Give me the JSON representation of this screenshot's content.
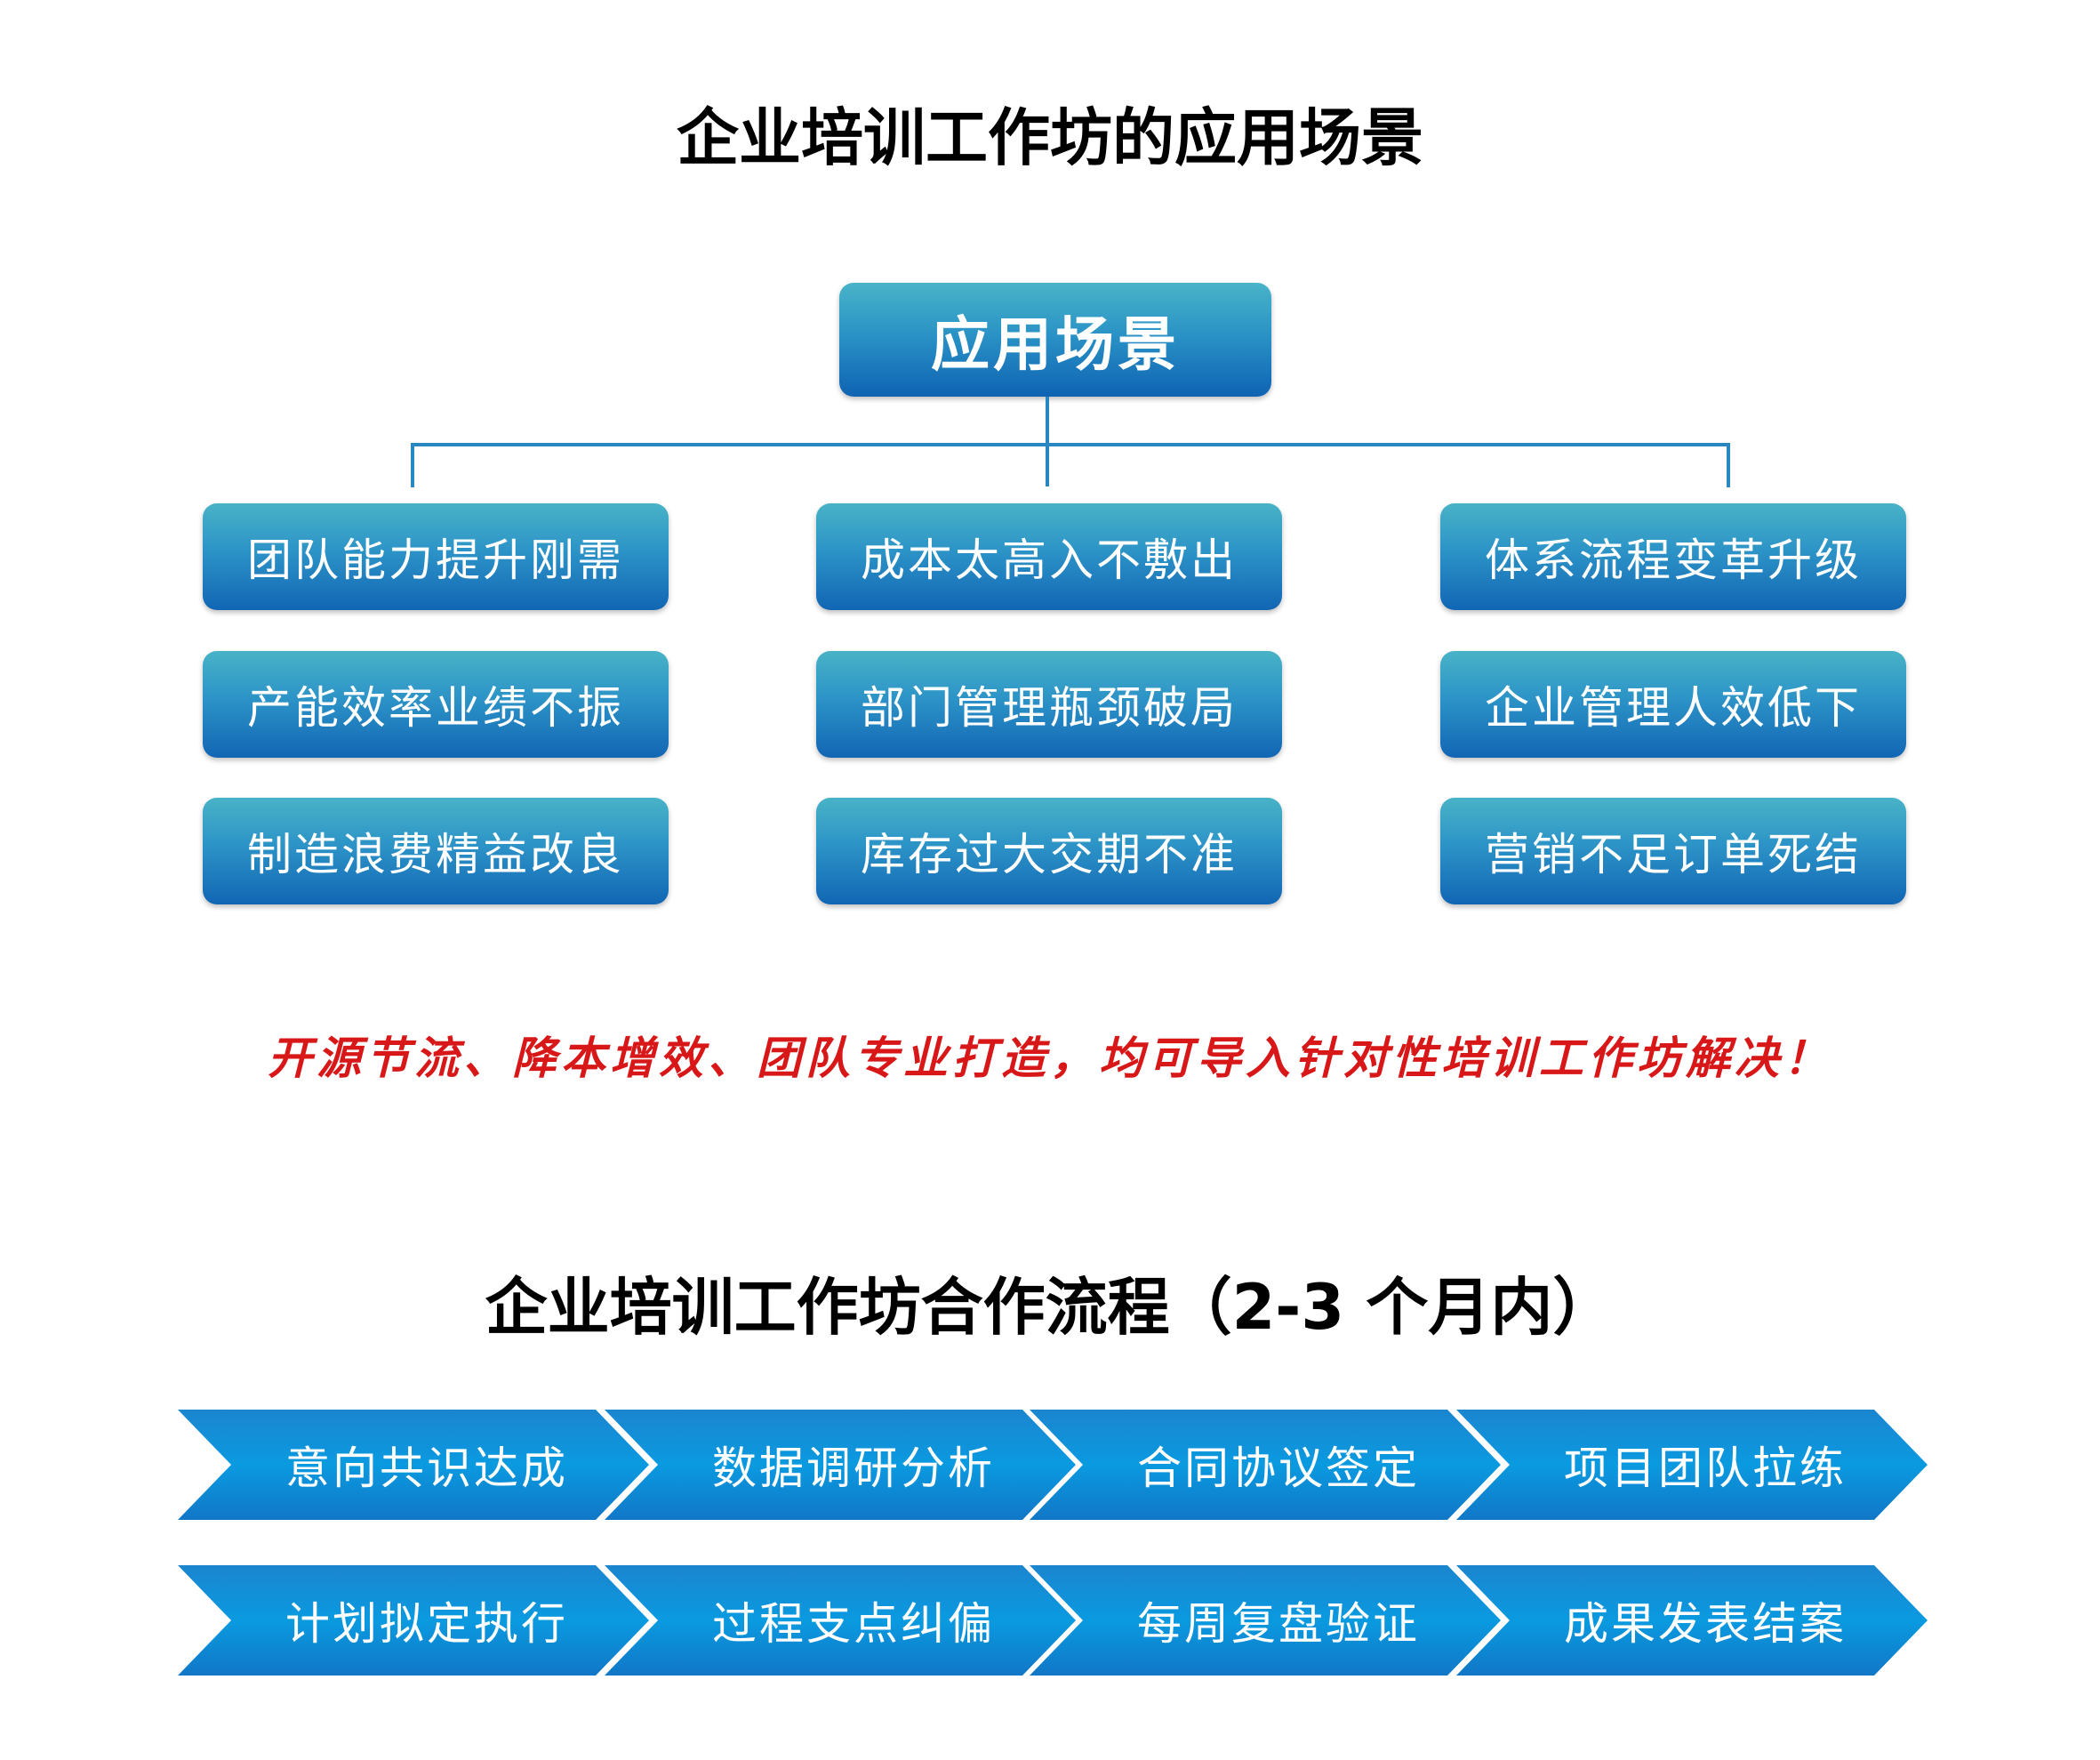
{
  "title": "企业培训工作坊的应用场景",
  "root": "应用场景",
  "scenarios": [
    [
      "团队能力提升刚需",
      "成本太高入不敷出",
      "体系流程变革升级"
    ],
    [
      "产能效率业绩不振",
      "部门管理瓶颈破局",
      "企业管理人效低下"
    ],
    [
      "制造浪费精益改良",
      "库存过大交期不准",
      "营销不足订单死结"
    ]
  ],
  "slogan": "开源节流、降本增效、团队专业打造，均可导入针对性培训工作坊解决！",
  "process_title": "企业培训工作坊合作流程（2-3 个月内）",
  "process_steps": [
    [
      "意向共识达成",
      "数据调研分析",
      "合同协议签定",
      "项目团队拉练"
    ],
    [
      "计划拟定执行",
      "过程支点纠偏",
      "每周复盘验证",
      "成果发表结案"
    ]
  ],
  "colors": {
    "box_top": "#48b3c7",
    "box_bottom": "#1266b4",
    "arrow": "#0a9ae0",
    "slogan": "#d81818",
    "connector": "#2a86c0"
  }
}
